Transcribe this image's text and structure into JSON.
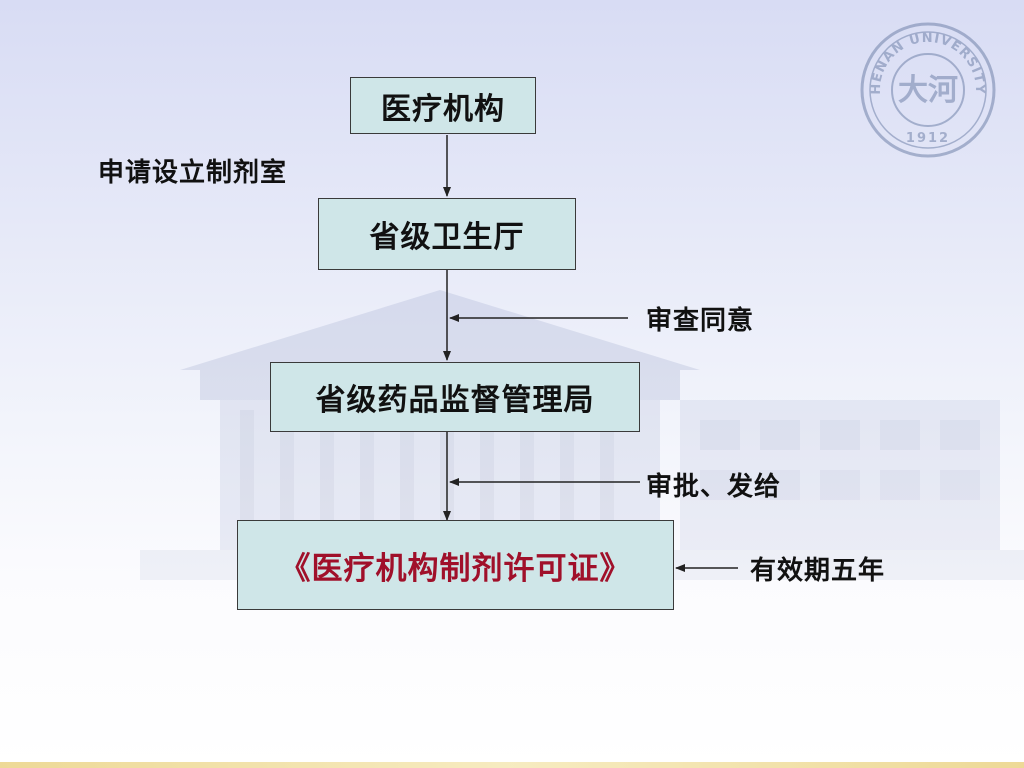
{
  "nodes": {
    "medical_institution": "医疗机构",
    "provincial_health_dept": "省级卫生厅",
    "provincial_drug_admin": "省级药品监督管理局",
    "preparation_license": "《医疗机构制剂许可证》"
  },
  "edge_labels": {
    "apply": "申请设立制剂室",
    "review_agree": "审查同意",
    "approve_issue": "审批、发给",
    "validity": "有效期五年"
  },
  "seal": {
    "ring_text": "HENAN UNIVERSITY",
    "year": "1912"
  },
  "colors": {
    "box_fill": "#cfe6e8",
    "license_text": "#a0102a",
    "seal": "#5a6f9a"
  }
}
